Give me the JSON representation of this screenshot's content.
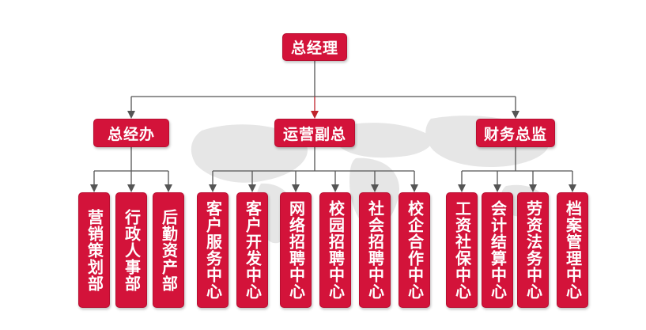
{
  "colors": {
    "box": "#d3133a",
    "box_border": "#b70f31",
    "line": "#555555",
    "center_arrow": "#c0242c",
    "map": "#e6e6e6"
  },
  "root": {
    "label": "总经理"
  },
  "branches": [
    {
      "label": "总经办",
      "children": [
        "营销策划部",
        "行政人事部",
        "后勤资产部"
      ]
    },
    {
      "label": "运营副总",
      "children": [
        "客户服务中心",
        "客户开发中心",
        "网络招聘中心",
        "校园招聘中心",
        "社会招聘中心",
        "校企合作中心"
      ]
    },
    {
      "label": "财务总监",
      "children": [
        "工资社保中心",
        "会计结算中心",
        "劳资法务中心",
        "档案管理中心"
      ]
    }
  ]
}
